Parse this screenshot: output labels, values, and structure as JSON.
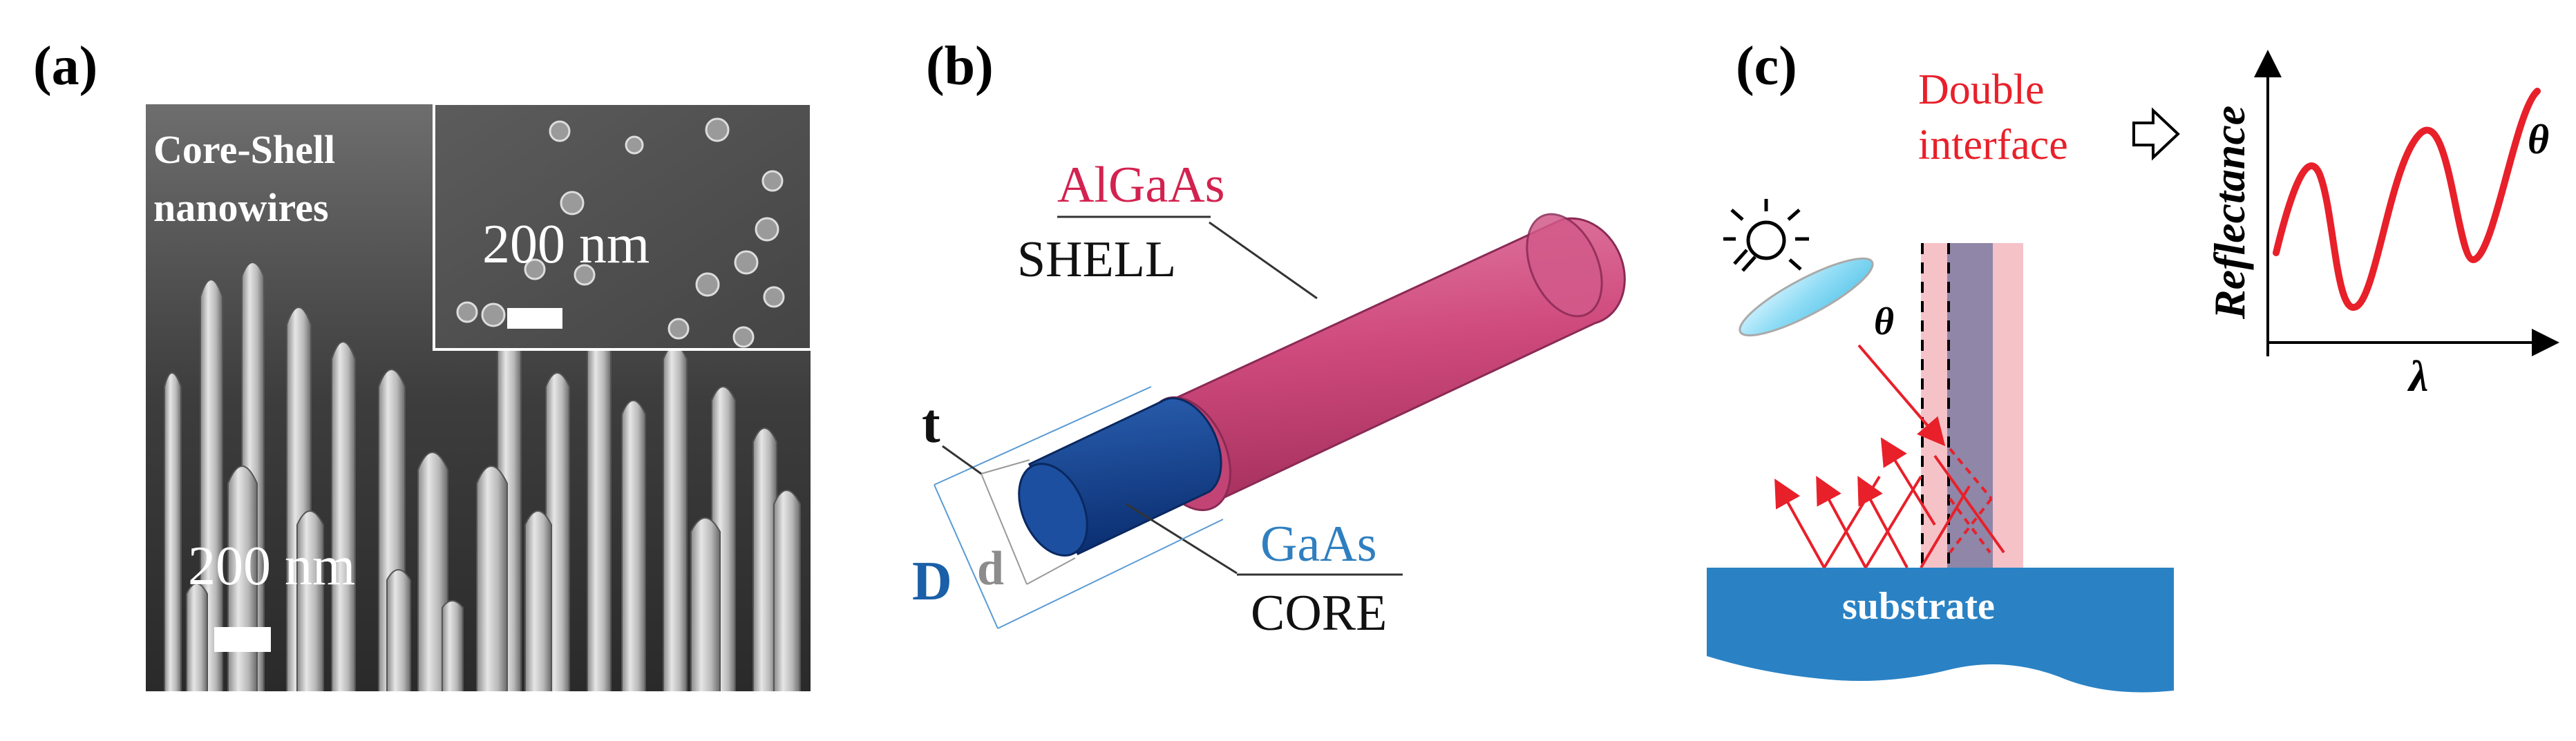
{
  "panel_a": {
    "label": "(a)",
    "main_caption_line1": "Core-Shell",
    "main_caption_line2": "nanowires",
    "main_scale": "200 nm",
    "inset_scale": "200 nm"
  },
  "panel_b": {
    "label": "(b)",
    "shell_material": "AlGaAs",
    "shell_word": "SHELL",
    "core_material": "GaAs",
    "core_word": "CORE",
    "thickness_symbol": "t",
    "outer_diameter_symbol": "D",
    "inner_diameter_symbol": "d"
  },
  "panel_c": {
    "label": "(c)",
    "interface_line1": "Double",
    "interface_line2": "interface",
    "angle_symbol": "θ",
    "substrate_label": "substrate",
    "reflectance_axis": "Reflectance",
    "wavelength_axis": "λ",
    "curve_label": "θ"
  },
  "colors": {
    "shell": "#d44e82",
    "core": "#0f3f8f",
    "red": "#e8202a",
    "blue_text": "#2f7fc0",
    "substrate": "#2a82c4"
  }
}
